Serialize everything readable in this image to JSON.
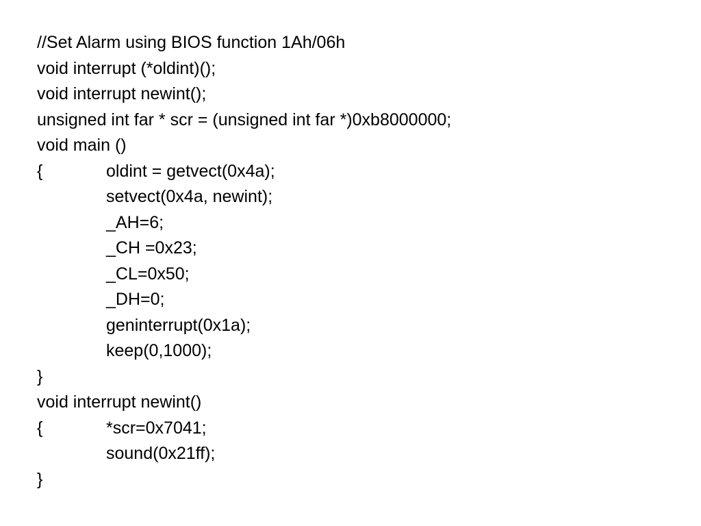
{
  "slide": {
    "lines": [
      {
        "lead": "",
        "text": "//Set Alarm using BIOS function 1Ah/06h",
        "indented": false
      },
      {
        "lead": "",
        "text": "void interrupt (*oldint)();",
        "indented": false
      },
      {
        "lead": "",
        "text": "void interrupt newint();",
        "indented": false
      },
      {
        "lead": "",
        "text": "unsigned int far * scr = (unsigned int far *)0xb8000000;",
        "indented": false
      },
      {
        "lead": "",
        "text": "void main ()",
        "indented": false
      },
      {
        "lead": "{",
        "text": "oldint = getvect(0x4a);",
        "indented": true
      },
      {
        "lead": "",
        "text": "setvect(0x4a, newint);",
        "indented": true
      },
      {
        "lead": "",
        "text": "_AH=6;",
        "indented": true
      },
      {
        "lead": "",
        "text": "_CH =0x23;",
        "indented": true
      },
      {
        "lead": "",
        "text": "_CL=0x50;",
        "indented": true
      },
      {
        "lead": "",
        "text": "_DH=0;",
        "indented": true
      },
      {
        "lead": "",
        "text": "geninterrupt(0x1a);",
        "indented": true
      },
      {
        "lead": "",
        "text": "keep(0,1000);",
        "indented": true
      },
      {
        "lead": "}",
        "text": "",
        "indented": false
      },
      {
        "lead": "",
        "text": "void interrupt newint()",
        "indented": false
      },
      {
        "lead": "{",
        "text": "*scr=0x7041;",
        "indented": true
      },
      {
        "lead": "",
        "text": "sound(0x21ff);",
        "indented": true
      },
      {
        "lead": "}",
        "text": "",
        "indented": false
      }
    ]
  }
}
